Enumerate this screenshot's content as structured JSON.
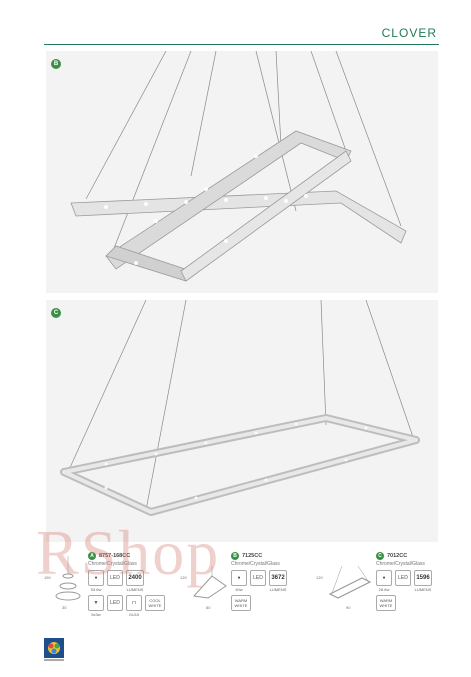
{
  "brand": "CLOVER",
  "sections": [
    {
      "id": "b",
      "badge": "B"
    },
    {
      "id": "c",
      "badge": "C"
    }
  ],
  "specs": [
    {
      "badge": "A",
      "code": "8757-168CC",
      "finish": "Chrome/Crystal/Glass",
      "watts": "53.6w",
      "lumens_value": "2400",
      "lumens_label": "LUMENS",
      "bulb1": "5x3w",
      "bulb2": "GU10",
      "color_temp": "COOL WHITE",
      "dim_height": "150",
      "dim_width": "35"
    },
    {
      "badge": "B",
      "code": "7125CC",
      "finish": "Chrome/Crystal/Glass",
      "watts": "40w",
      "lumens_value": "3672",
      "lumens_label": "LUMENS",
      "color_temp": "WARM WHITE",
      "dim_height": "120",
      "dim_width": "80"
    },
    {
      "badge": "C",
      "code": "7012CC",
      "finish": "Chrome/Crystal/Glass",
      "watts": "28.8w",
      "lumens_value": "1596",
      "lumens_label": "LUMENS",
      "color_temp": "WARM WHITE",
      "dim_height": "120",
      "dim_width": "90"
    }
  ],
  "watermark": "RShop",
  "colors": {
    "brand_green": "#1f7a55",
    "badge_green": "#3d8f47",
    "watermark": "#d47a72"
  }
}
